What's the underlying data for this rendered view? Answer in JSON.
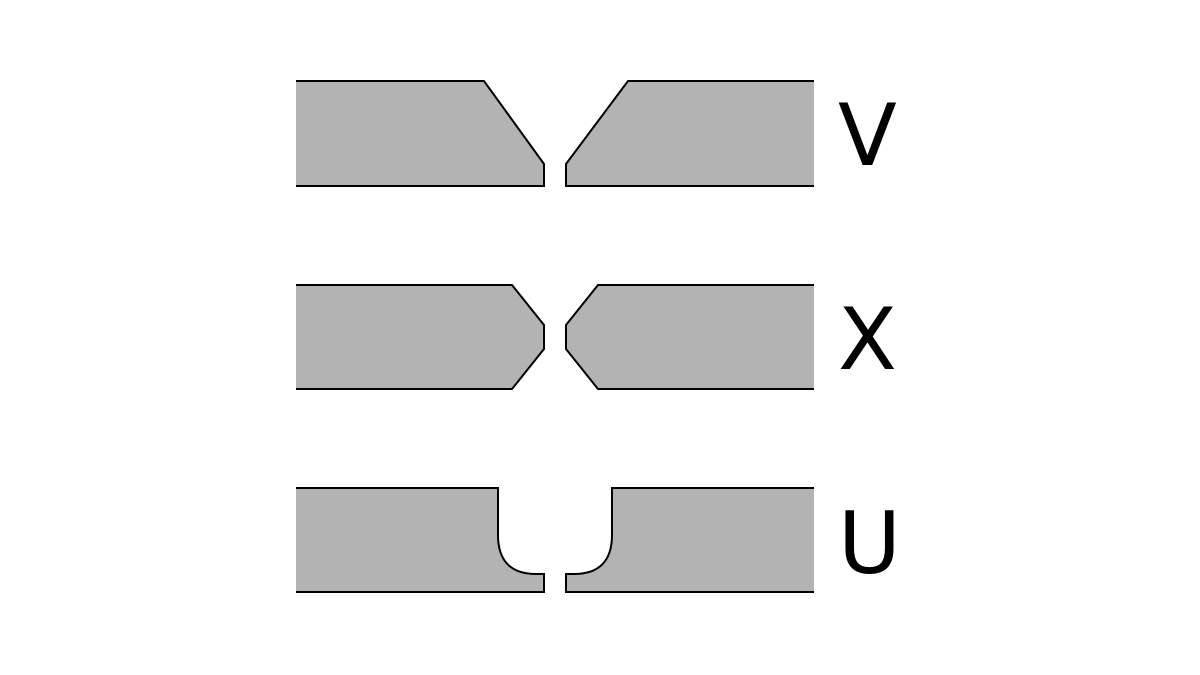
{
  "colors": {
    "plate_fill": "#b3b3b3",
    "outline": "#000000",
    "background": "#ffffff"
  },
  "joints": [
    {
      "id": "v",
      "label": "V"
    },
    {
      "id": "x",
      "label": "X"
    },
    {
      "id": "u",
      "label": "U"
    }
  ]
}
